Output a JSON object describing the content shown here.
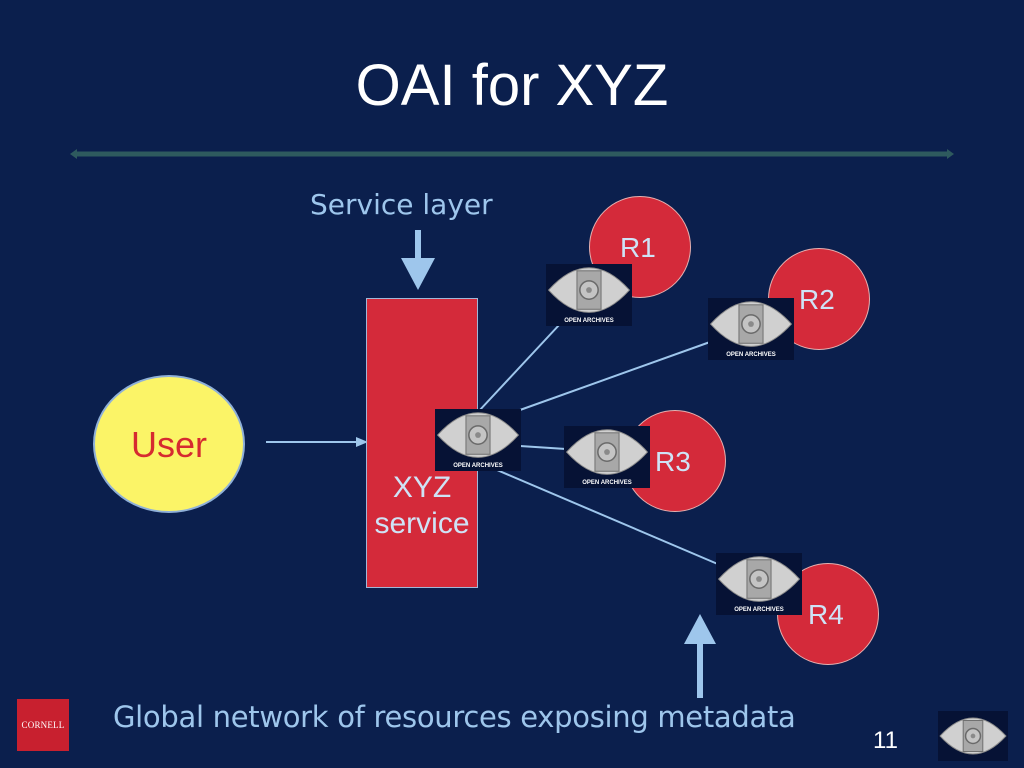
{
  "slide": {
    "title": "OAI for XYZ",
    "page_number": "11",
    "logo_text": "Cornell"
  },
  "diagram": {
    "service_layer_label": "Service layer",
    "user_label": "User",
    "xyz_label_line1": "XYZ",
    "xyz_label_line2": "service",
    "repositories": [
      {
        "label": "R1"
      },
      {
        "label": "R2"
      },
      {
        "label": "R3"
      },
      {
        "label": "R4"
      }
    ],
    "oai_badge_text": "OPEN ARCHIVES",
    "footer_label": "Global network of resources exposing metadata"
  },
  "colors": {
    "background": "#0b1f4d",
    "red": "#d42a3a",
    "user_fill": "#fbf467",
    "arrow": "#9ec6ec",
    "label": "#9ec6ec"
  },
  "icons": {
    "oai": "open-archives-eye-icon",
    "arrow_down": "arrow-down-icon",
    "arrow_up": "arrow-up-icon"
  }
}
